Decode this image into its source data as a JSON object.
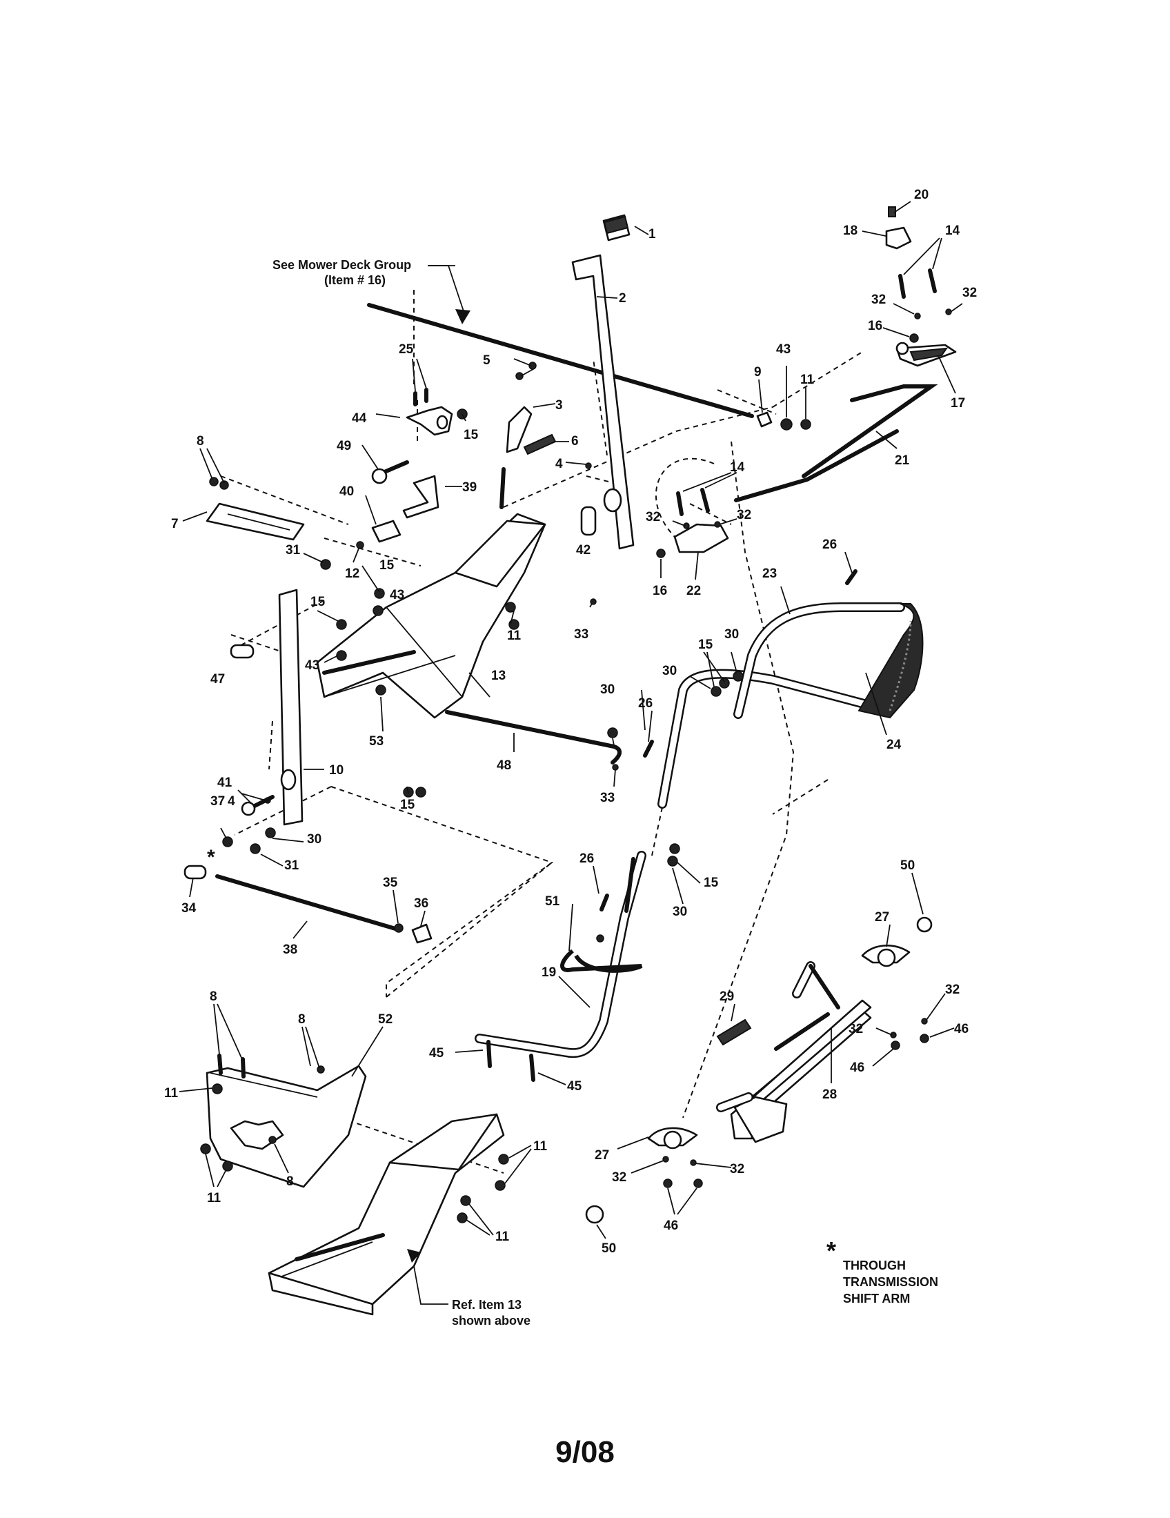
{
  "callouts": {
    "mower_deck_note": [
      "See Mower Deck Group",
      "(Item # 16)"
    ],
    "ref_note": [
      "Ref. Item 13",
      "shown above"
    ],
    "transmission_note": [
      "THROUGH",
      "TRANSMISSION",
      "SHIFT ARM"
    ],
    "asterisk": "*"
  },
  "footer": {
    "date": "9/08"
  },
  "part_numbers": {
    "p1": "1",
    "p2": "2",
    "p3": "3",
    "p4": "4",
    "p5": "5",
    "p6": "6",
    "p7": "7",
    "p8": "8",
    "p9": "9",
    "p10": "10",
    "p11": "11",
    "p12": "12",
    "p13": "13",
    "p14": "14",
    "p15": "15",
    "p16": "16",
    "p17": "17",
    "p18": "18",
    "p19": "19",
    "p20": "20",
    "p21": "21",
    "p22": "22",
    "p23": "23",
    "p24": "24",
    "p25": "25",
    "p26": "26",
    "p27": "27",
    "p28": "28",
    "p29": "29",
    "p30": "30",
    "p31": "31",
    "p32": "32",
    "p33": "33",
    "p34": "34",
    "p35": "35",
    "p36": "36",
    "p37": "37",
    "p38": "38",
    "p39": "39",
    "p40": "40",
    "p41": "41",
    "p42": "42",
    "p43": "43",
    "p44": "44",
    "p45": "45",
    "p46": "46",
    "p47": "47",
    "p48": "48",
    "p49": "49",
    "p50": "50",
    "p51": "51",
    "p52": "52",
    "p53": "53"
  }
}
